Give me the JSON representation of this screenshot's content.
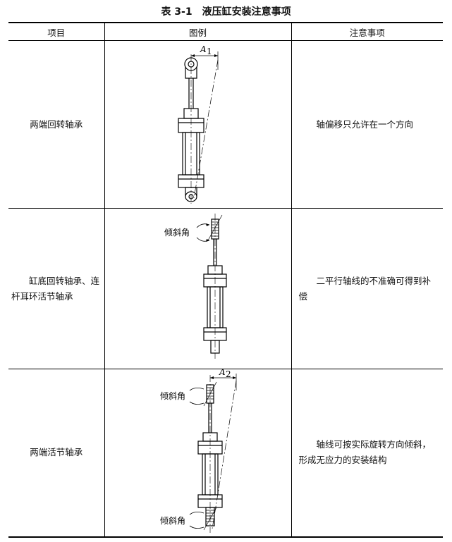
{
  "title": "表 3-1　液压缸安装注意事项",
  "table": {
    "headers": [
      "项目",
      "图例",
      "注意事项"
    ],
    "rows": [
      {
        "item": "两端回转轴承",
        "note": "轴偏移只允许在一个方向",
        "figure_labels": [
          "A",
          "1"
        ]
      },
      {
        "item": "缸底回转轴承、连杆耳环活节轴承",
        "note": "二平行轴线的不准确可得到补偿",
        "figure_labels": [
          "倾斜角"
        ]
      },
      {
        "item": "两端活节轴承",
        "note": "轴线可按实际旋转方向倾斜，形成无应力的安装结构",
        "figure_labels": [
          "A",
          "2",
          "倾斜角",
          "倾斜角"
        ]
      }
    ]
  }
}
